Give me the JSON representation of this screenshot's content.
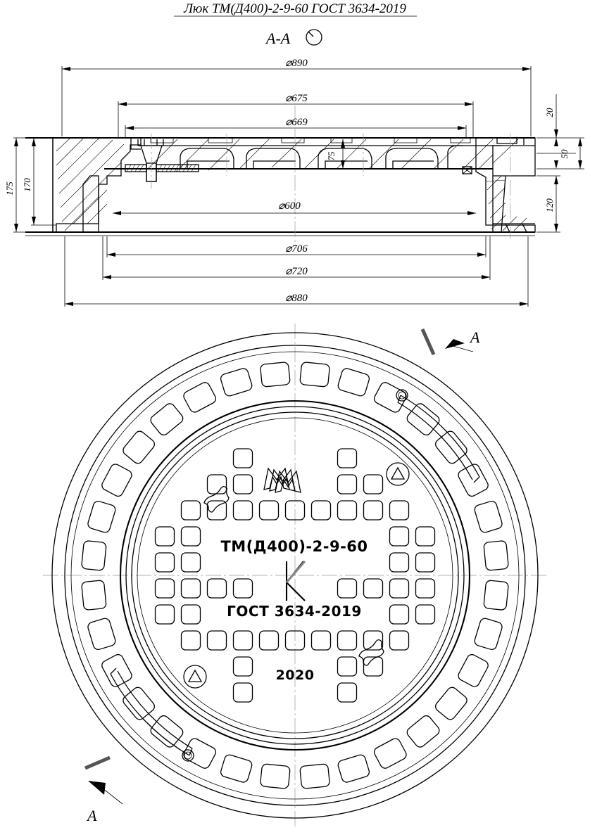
{
  "drawing": {
    "title": "Люк ТМ(Д400)-2-9-60  ГОСТ 3634-2019",
    "section_label": "А-А",
    "section_mark_letter_top": "А",
    "section_mark_letter_bottom": "А"
  },
  "section_view": {
    "horizontal_dimensions": [
      {
        "id": "d890",
        "label": "⌀890"
      },
      {
        "id": "d675",
        "label": "⌀675"
      },
      {
        "id": "d669",
        "label": "⌀669"
      },
      {
        "id": "d600",
        "label": "⌀600"
      },
      {
        "id": "d706",
        "label": "⌀706"
      },
      {
        "id": "d720",
        "label": "⌀720"
      },
      {
        "id": "d880",
        "label": "⌀880"
      }
    ],
    "vertical_dimensions_left": [
      {
        "id": "h175",
        "label": "175"
      },
      {
        "id": "h170",
        "label": "170"
      }
    ],
    "vertical_dimensions_right": [
      {
        "id": "h20",
        "label": "20"
      },
      {
        "id": "h50",
        "label": "50"
      },
      {
        "id": "h120",
        "label": "120"
      }
    ],
    "vertical_dimensions_inner": [
      {
        "id": "h75",
        "label": "75"
      }
    ]
  },
  "plan_view": {
    "cover_text": {
      "model": "ТМ(Д400)-2-9-60",
      "standard": "ГОСТ 3634-2019",
      "year": "2020",
      "logo_letter": "К",
      "manufacturer_mark": "m-logo"
    },
    "markers": [
      {
        "name": "triangle-marker-top-right",
        "glyph": "triangle-in-circle"
      },
      {
        "name": "triangle-marker-bottom-left",
        "glyph": "triangle-in-circle"
      }
    ],
    "hinge_pins": [
      {
        "name": "hinge-pin-top-right"
      },
      {
        "name": "hinge-pin-bottom-left"
      }
    ],
    "lifting_eyes": [
      {
        "name": "lifting-eye-upper-left"
      },
      {
        "name": "lifting-eye-lower-right"
      }
    ],
    "ring_block_count": 32,
    "cover_grid_columns": 11
  },
  "colors": {
    "line": "#000000",
    "center_line": "#999999",
    "section_mark": "#555555",
    "background": "#ffffff"
  }
}
